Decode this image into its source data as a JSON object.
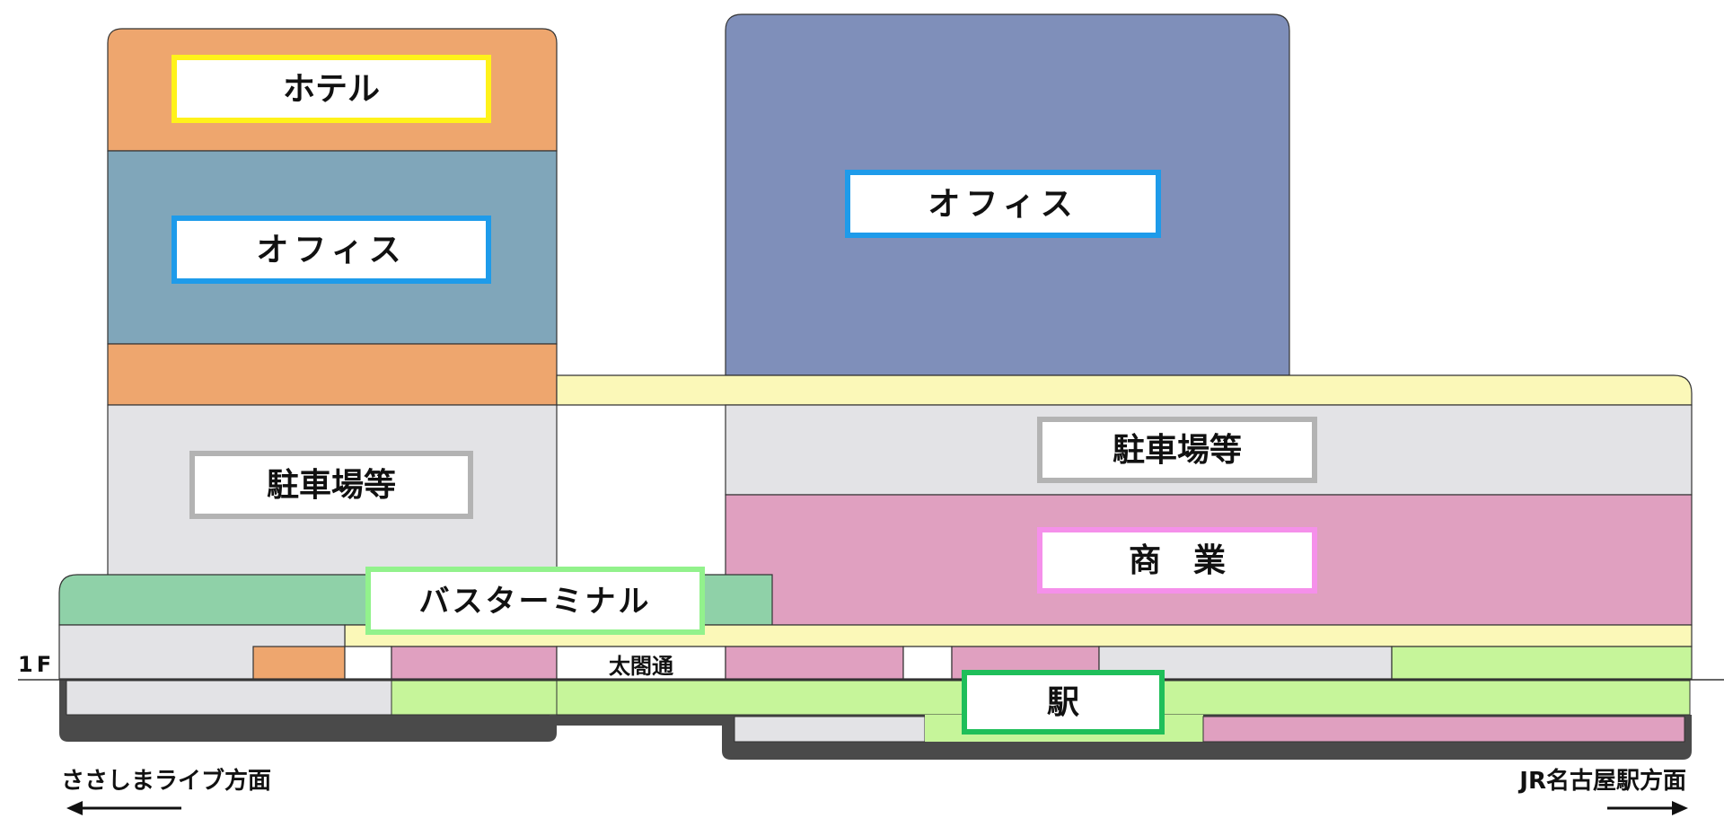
{
  "labels": {
    "hotel": "ホテル",
    "office_left": "オフィス",
    "parking_left": "駐車場等",
    "office_right": "オフィス",
    "parking_right": "駐車場等",
    "commercial": "商　業",
    "bus_terminal": "バスターミナル",
    "station": "駅",
    "taiko_dori": "太閤通",
    "floor_1f": "1F"
  },
  "directions": {
    "left": "ささしまライブ方面",
    "right": "JR名古屋駅方面"
  },
  "colors": {
    "hotel": "#EEA66E",
    "office_left": "#80A6BA",
    "office_right": "#7F8FBA",
    "parking": "#E3E3E6",
    "commercial": "#E0A0C0",
    "bus_terminal": "#8FD1A8",
    "station": "#C6F59A",
    "deck": "#FBF8B8",
    "base": "#4A4A4A",
    "border_hotel": "#FFF21A",
    "border_office": "#1E9BEA",
    "border_parking": "#B3B3B3",
    "border_commercial": "#F590EA",
    "border_bus": "#92F28C",
    "border_station": "#1FBF5A"
  }
}
